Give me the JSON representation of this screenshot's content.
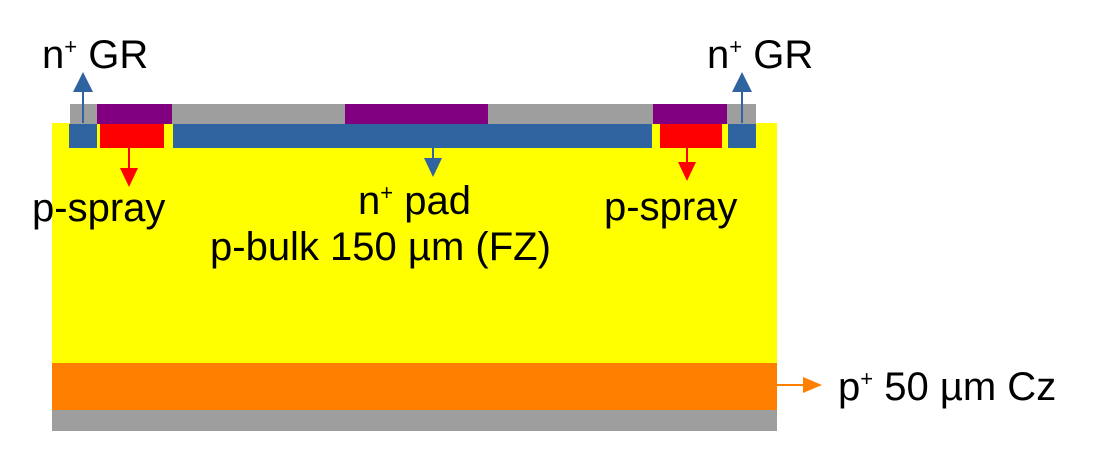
{
  "labels": {
    "guard_ring_left": {
      "base": "n",
      "sup": "+",
      "rest": " GR"
    },
    "guard_ring_right": {
      "base": "n",
      "sup": "+",
      "rest": " GR"
    },
    "p_spray_left": "p-spray",
    "n_pad": {
      "base": "n",
      "sup": "+",
      "rest": " pad"
    },
    "p_spray_right": "p-spray",
    "p_bulk": "p-bulk 150 µm (FZ)",
    "p_support": {
      "base": "p",
      "sup": "+",
      "rest": " 50 µm Cz"
    }
  },
  "colors": {
    "bulk": "#FFFF00",
    "support": "#FF7F00",
    "oxide": "#9E9E9E",
    "metal": "#800080",
    "n_implant": "#2F64A0",
    "p_spray": "#FF0000"
  }
}
